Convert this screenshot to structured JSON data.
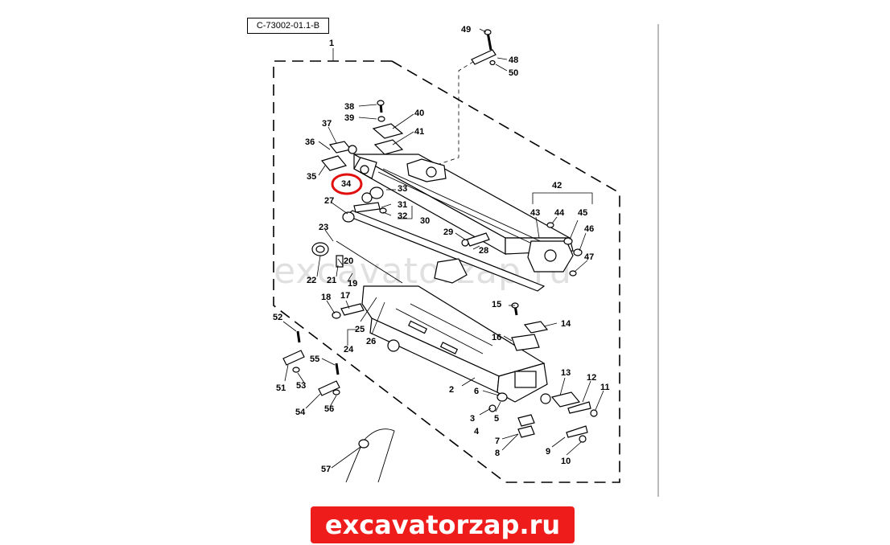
{
  "document_code": "C-73002-01.1-B",
  "watermark_text": "excavatorzap.ru",
  "banner_text": "excavatorzap.ru",
  "banner_color": "#ef1c1c",
  "highlight_color": "#e01010",
  "highlighted_part": "34",
  "part_labels": {
    "p1": "1",
    "p2": "2",
    "p3": "3",
    "p4": "4",
    "p5": "5",
    "p6": "6",
    "p7": "7",
    "p8": "8",
    "p9": "9",
    "p10": "10",
    "p11": "11",
    "p12": "12",
    "p13": "13",
    "p14": "14",
    "p15": "15",
    "p16": "16",
    "p17": "17",
    "p18": "18",
    "p19": "19",
    "p20": "20",
    "p21": "21",
    "p22": "22",
    "p23": "23",
    "p24": "24",
    "p25": "25",
    "p26": "26",
    "p27": "27",
    "p28": "28",
    "p29": "29",
    "p30": "30",
    "p31": "31",
    "p32": "32",
    "p33": "33",
    "p34": "34",
    "p35": "35",
    "p36": "36",
    "p37": "37",
    "p38": "38",
    "p39": "39",
    "p40": "40",
    "p41": "41",
    "p42": "42",
    "p43": "43",
    "p44": "44",
    "p45": "45",
    "p46": "46",
    "p47": "47",
    "p48": "48",
    "p49": "49",
    "p50": "50",
    "p51": "51",
    "p52": "52",
    "p53": "53",
    "p54": "54",
    "p55": "55",
    "p56": "56",
    "p57": "57"
  }
}
